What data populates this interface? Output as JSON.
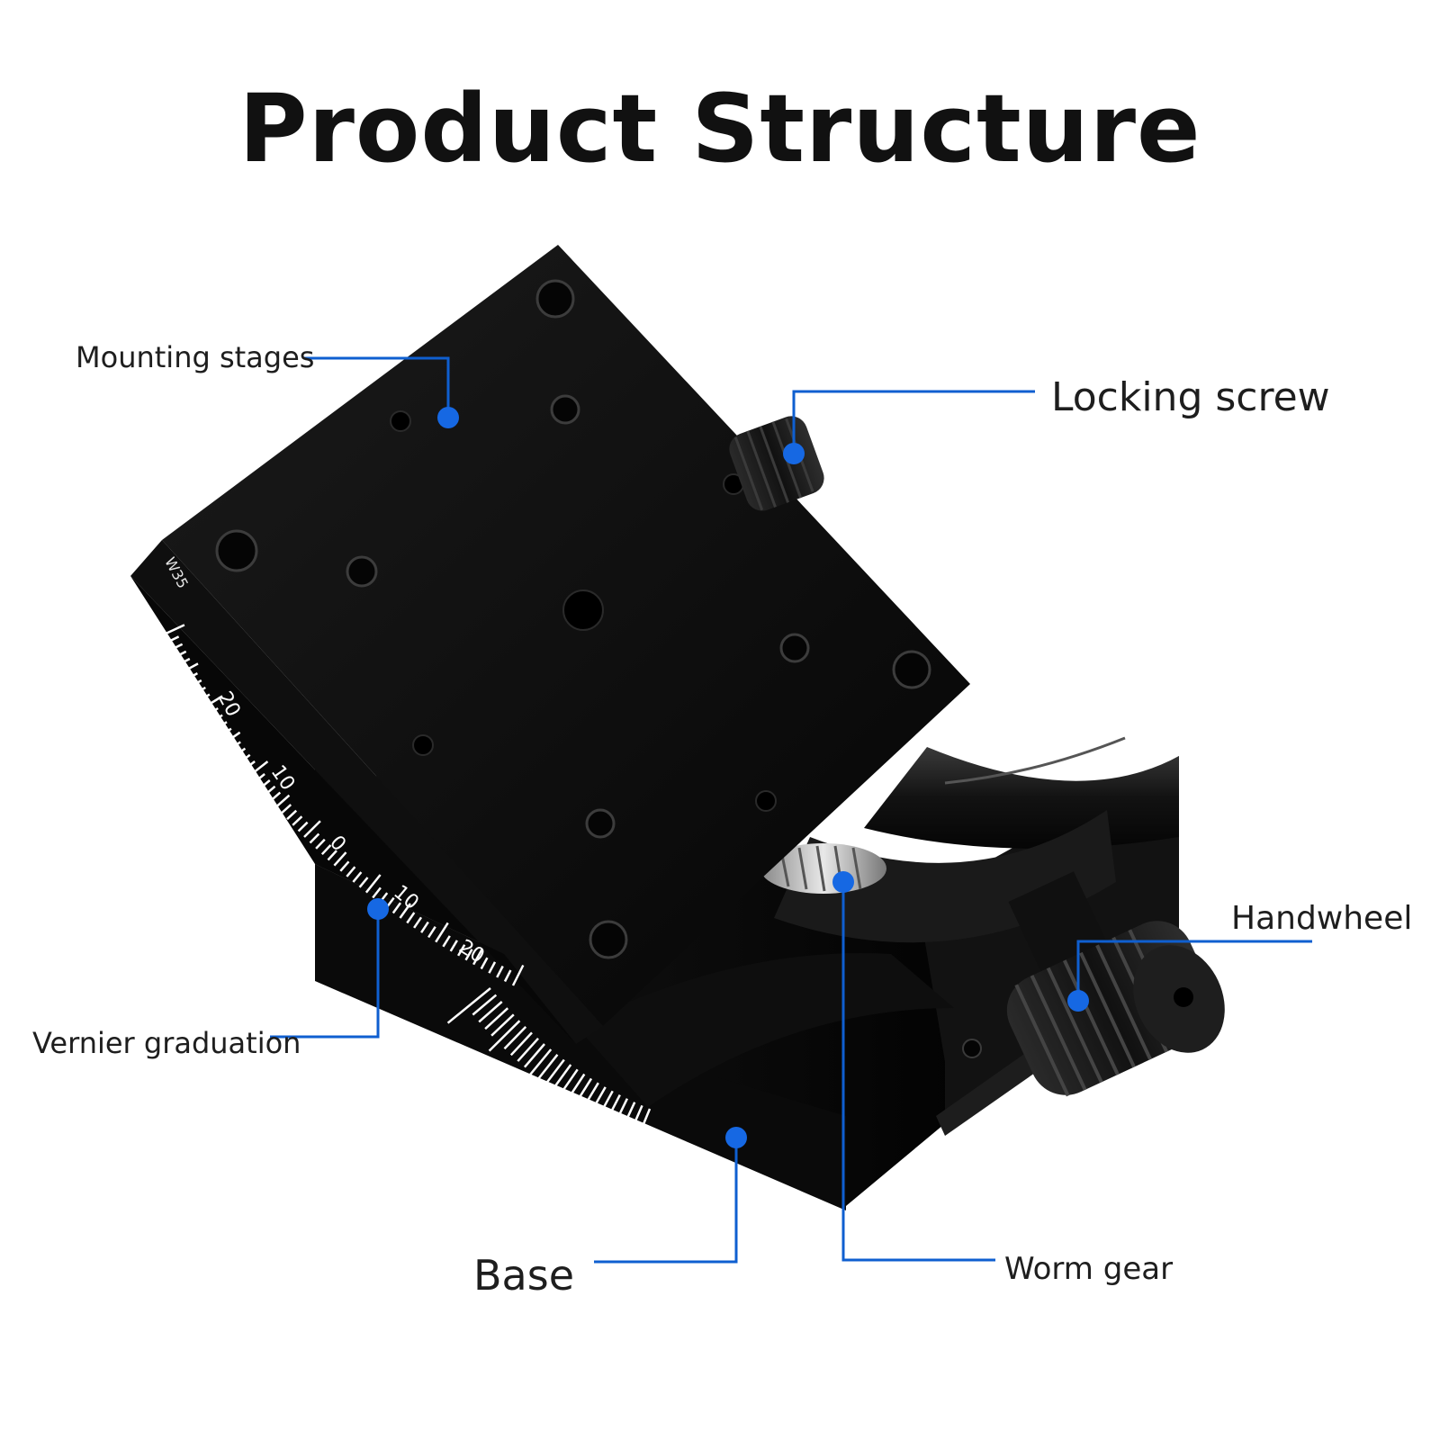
{
  "title": "Product Structure",
  "labels": {
    "mounting_stages": "Mounting stages",
    "locking_screw": "Locking screw",
    "handwheel": "Handwheel",
    "vernier_graduation": "Vernier graduation",
    "base": "Base",
    "worm_gear": "Worm gear"
  },
  "scale": {
    "model": "W35",
    "upper": [
      "20",
      "10",
      "0",
      "10",
      "20"
    ]
  },
  "colors": {
    "callout": "#0f5fd0",
    "dot": "#1668e3",
    "body": "#0b0b0b",
    "title": "#111111"
  }
}
